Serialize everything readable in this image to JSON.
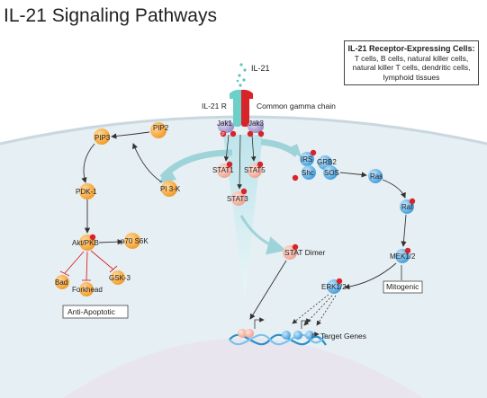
{
  "title": "IL-21 Signaling Pathways",
  "info_box": {
    "heading": "IL-21 Receptor-Expressing Cells:",
    "body": "T cells, B cells, natural killer cells, natural killer T cells, dendritic cells, lymphoid tissues"
  },
  "labels": {
    "ligand": "IL-21",
    "receptor": "IL-21 R",
    "gamma_chain": "Common gamma chain",
    "jak1": "Jak1",
    "jak3": "Jak3",
    "pip2": "PIP2",
    "pip3": "PIP3",
    "pdk1": "PDK-1",
    "pi3k": "PI 3-K",
    "akt": "Akt/PKB",
    "p70s6k": "p70 S6K",
    "bad": "Bad",
    "forkhead": "Forkhead",
    "gsk3": "GSK-3",
    "anti_apoptotic": "Anti-Apoptotic",
    "stat1": "STAT1",
    "stat5": "STAT5",
    "stat3": "STAT3",
    "stat_dimer": "STAT Dimer",
    "irs": "IRS",
    "grb2": "GRB2",
    "shc": "Shc",
    "sos": "SOS",
    "ras": "Ras",
    "raf": "Raf",
    "mek": "MEK1/2",
    "erk": "ERK1/2",
    "mitogenic": "Mitogenic",
    "target_genes": "Target Genes",
    "phospho": "P"
  },
  "colors": {
    "orange": "#f6a53c",
    "pink": "#f4b6a8",
    "blue": "#5aaee6",
    "purple": "#a99fcc",
    "teal": "#6ccfc8",
    "red": "#d8232a",
    "cell": "#e4eef3",
    "nucleus": "#e8e4ee",
    "dna": "#2a8fc9"
  }
}
